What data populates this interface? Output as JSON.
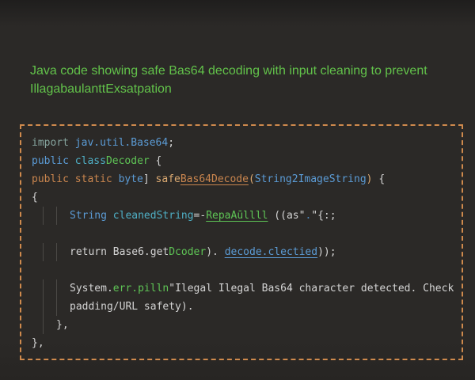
{
  "title": {
    "lines": [
      "Java code showing safe Bas64 decoding with input cleaning to prevent",
      "IllagabaulanttExsatpation"
    ],
    "color": "#62c24a"
  },
  "colors": {
    "title_green": "#62c24a",
    "accent_orange": "#cf8a4d",
    "guide": "#4b4946",
    "plain": "#d4d4d4",
    "orange": "#c9854e",
    "tan": "#dcaa72",
    "blue": "#5b9bd5",
    "teal": "#4fb0c6",
    "green": "#5ec455",
    "navy": "#4d84b8",
    "muted": "#85a39d"
  },
  "code": {
    "lines": [
      {
        "guides": 0,
        "tokens": [
          {
            "t": "import",
            "c": "muted"
          },
          {
            "t": " ",
            "c": "plain"
          },
          {
            "t": "jav.util.Base64",
            "c": "blue"
          },
          {
            "t": ";",
            "c": "plain"
          }
        ]
      },
      {
        "guides": 0,
        "tokens": [
          {
            "t": "public",
            "c": "blue"
          },
          {
            "t": " ",
            "c": "plain"
          },
          {
            "t": "class",
            "c": "teal"
          },
          {
            "t": "Decoder",
            "c": "green"
          },
          {
            "t": " {",
            "c": "plain"
          }
        ]
      },
      {
        "guides": 0,
        "tokens": [
          {
            "t": "public static",
            "c": "orange"
          },
          {
            "t": " ",
            "c": "plain"
          },
          {
            "t": "byte",
            "c": "blue"
          },
          {
            "t": "] ",
            "c": "plain"
          },
          {
            "t": "safe",
            "c": "tan"
          },
          {
            "t": "Bas64Decode",
            "c": "orange",
            "u": true
          },
          {
            "t": "(",
            "c": "tan"
          },
          {
            "t": "String2ImageString",
            "c": "blue"
          },
          {
            "t": ")",
            "c": "tan"
          },
          {
            "t": " {",
            "c": "plain"
          }
        ]
      },
      {
        "guides": 0,
        "tokens": [
          {
            "t": "{",
            "c": "plain"
          }
        ]
      },
      {
        "guides": 2,
        "tokens": [
          {
            "t": "String",
            "c": "blue"
          },
          {
            "t": " ",
            "c": "plain"
          },
          {
            "t": "cleanedString",
            "c": "teal"
          },
          {
            "t": "=-",
            "c": "plain"
          },
          {
            "t": "RepaAūllll",
            "c": "green",
            "u": true
          },
          {
            "t": " ((as\"",
            "c": "plain"
          },
          {
            "t": ".",
            "c": "navy"
          },
          {
            "t": "\"{:;",
            "c": "plain"
          }
        ]
      },
      {
        "guides": 0,
        "tokens": []
      },
      {
        "guides": 2,
        "tokens": [
          {
            "t": "return Base6.get",
            "c": "plain"
          },
          {
            "t": "Dcoder",
            "c": "green"
          },
          {
            "t": "). ",
            "c": "plain"
          },
          {
            "t": "decode.clectied",
            "c": "blue",
            "u": true
          },
          {
            "t": "));",
            "c": "plain"
          }
        ]
      },
      {
        "guides": 0,
        "tokens": []
      },
      {
        "guides": 2,
        "tokens": [
          {
            "t": "System.",
            "c": "plain"
          },
          {
            "t": "err.pilln",
            "c": "green"
          },
          {
            "t": "\"Ilegal Ilegal Bas64 character detected. Check",
            "c": "plain"
          }
        ]
      },
      {
        "guides": 2,
        "tokens": [
          {
            "t": "padding/URL safety).",
            "c": "plain"
          }
        ]
      },
      {
        "guides": 1,
        "tokens": [
          {
            "t": "},",
            "c": "plain"
          }
        ]
      },
      {
        "guides": 0,
        "tokens": [
          {
            "t": "},",
            "c": "plain"
          }
        ]
      }
    ]
  }
}
